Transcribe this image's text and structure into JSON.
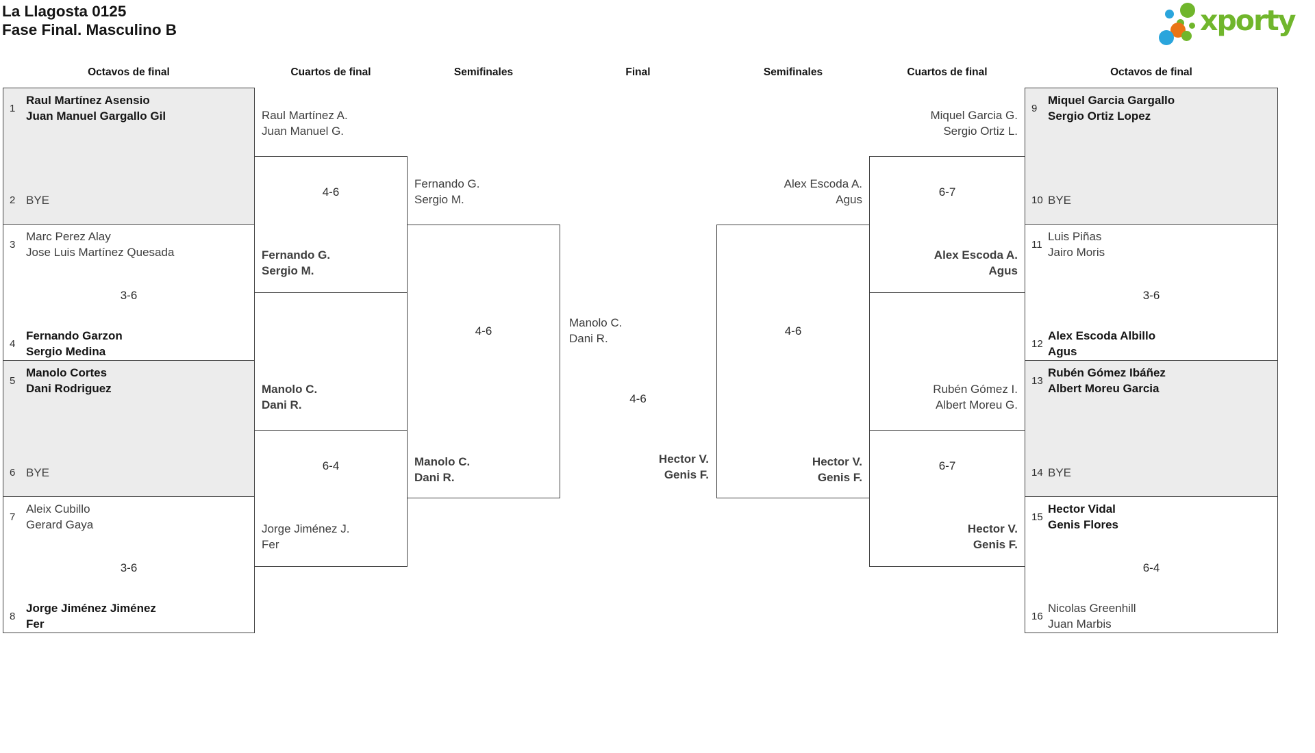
{
  "title": {
    "line1": "La Llagosta 0125",
    "line2": "Fase Final. Masculino B"
  },
  "brand": {
    "name": "xporty",
    "green": "#70b62c",
    "blue": "#2aa5dc",
    "orange": "#ea7414"
  },
  "rounds": [
    "Octavos de final",
    "Cuartos de final",
    "Semifinales",
    "Final",
    "Semifinales",
    "Cuartos de final",
    "Octavos de final"
  ],
  "r16": [
    {
      "seed_a": "1",
      "a1": "Raul Martínez Asensio",
      "a2": "Juan Manuel Gargallo Gil",
      "a_win": true,
      "score": "",
      "seed_b": "2",
      "b1": "BYE",
      "b_win": false
    },
    {
      "seed_a": "3",
      "a1": "Marc Perez Alay",
      "a2": "Jose Luis Martínez Quesada",
      "a_win": false,
      "score": "3-6",
      "seed_b": "4",
      "b1": "Fernando Garzon",
      "b2": "Sergio Medina",
      "b_win": true
    },
    {
      "seed_a": "5",
      "a1": "Manolo Cortes",
      "a2": "Dani Rodriguez",
      "a_win": true,
      "score": "",
      "seed_b": "6",
      "b1": "BYE",
      "b_win": false
    },
    {
      "seed_a": "7",
      "a1": "Aleix Cubillo",
      "a2": "Gerard Gaya",
      "a_win": false,
      "score": "3-6",
      "seed_b": "8",
      "b1": "Jorge Jiménez Jiménez",
      "b2": "Fer",
      "b_win": true
    },
    {
      "seed_a": "9",
      "a1": "Miquel Garcia Gargallo",
      "a2": "Sergio Ortiz Lopez",
      "a_win": true,
      "score": "",
      "seed_b": "10",
      "b1": "BYE",
      "b_win": false
    },
    {
      "seed_a": "11",
      "a1": "Luis Piñas",
      "a2": "Jairo Moris",
      "a_win": false,
      "score": "3-6",
      "seed_b": "12",
      "b1": "Alex Escoda Albillo",
      "b2": "Agus",
      "b_win": true
    },
    {
      "seed_a": "13",
      "a1": "Rubén Gómez Ibáñez",
      "a2": "Albert Moreu Garcia",
      "a_win": true,
      "score": "",
      "seed_b": "14",
      "b1": "BYE",
      "b_win": false
    },
    {
      "seed_a": "15",
      "a1": "Hector Vidal",
      "a2": "Genis Flores",
      "a_win": true,
      "score": "6-4",
      "seed_b": "16",
      "b1": "Nicolas Greenhill",
      "b2": "Juan Marbis",
      "b_win": false
    }
  ],
  "qf": [
    {
      "a1": "Raul Martínez A.",
      "a2": "Juan Manuel G.",
      "a_win": false,
      "score": "4-6",
      "b1": "Fernando G.",
      "b2": "Sergio M.",
      "b_win": true
    },
    {
      "a1": "Manolo C.",
      "a2": "Dani R.",
      "a_win": true,
      "score": "6-4",
      "b1": "Jorge Jiménez J.",
      "b2": "Fer",
      "b_win": false
    },
    {
      "a1": "Miquel Garcia G.",
      "a2": "Sergio Ortiz L.",
      "a_win": false,
      "score": "6-7",
      "b1": "Alex Escoda A.",
      "b2": "Agus",
      "b_win": true
    },
    {
      "a1": "Rubén Gómez I.",
      "a2": "Albert Moreu G.",
      "a_win": false,
      "score": "6-7",
      "b1": "Hector V.",
      "b2": "Genis F.",
      "b_win": true
    }
  ],
  "sf": [
    {
      "a1": "Fernando G.",
      "a2": "Sergio M.",
      "a_win": false,
      "score": "4-6",
      "b1": "Manolo C.",
      "b2": "Dani R.",
      "b_win": true
    },
    {
      "a1": "Alex Escoda A.",
      "a2": "Agus",
      "a_win": false,
      "score": "4-6",
      "b1": "Hector V.",
      "b2": "Genis F.",
      "b_win": true
    }
  ],
  "final": {
    "a1": "Manolo C.",
    "a2": "Dani R.",
    "a_win": false,
    "score": "4-6",
    "b1": "Hector V.",
    "b2": "Genis F.",
    "b_win": true
  }
}
